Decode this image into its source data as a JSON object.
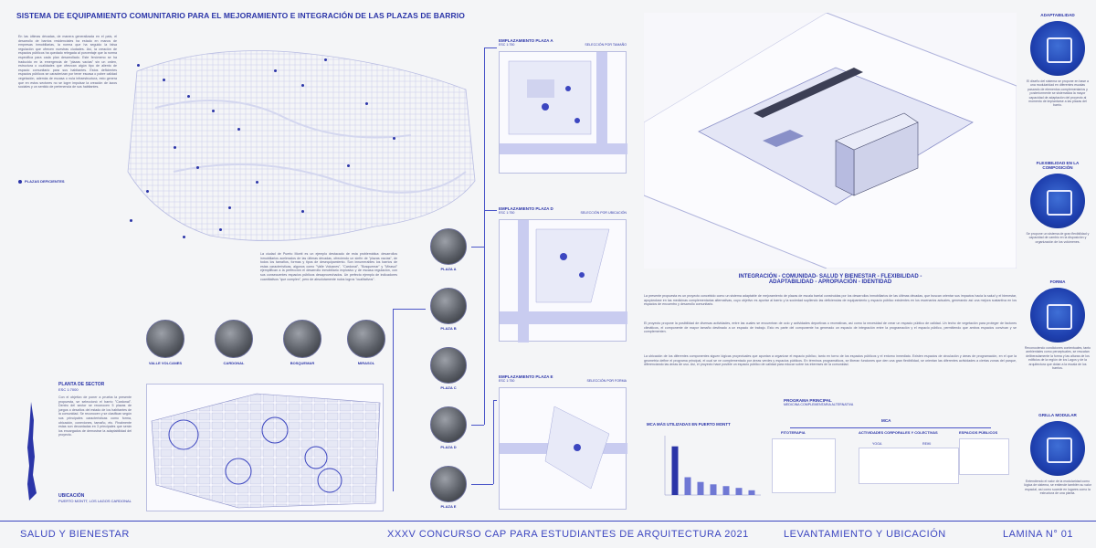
{
  "header": {
    "title": "SISTEMA DE EQUIPAMIENTO COMUNITARIO PARA EL MEJORAMIENTO E INTEGRACIÓN DE LAS PLAZAS DE BARRIO"
  },
  "intro": {
    "text": "En las últimas décadas, de manera generalizada en el país, el desarrollo de barrios residenciales ha estado en manos de empresas inmobiliarias, la norma que ha seguido la falsa regulación que ofrecen nuestras ciudades. Así, la creación de espacios públicos ha quedado relegada al porcentaje que la norma especifica para cada plan desarrollado. Este fenómeno se ha traducido en la emergencia de \"plazas vacías\" sin un orden, estructura o cualidades que ofrezcan algún tipo de aliento de espacio comunitario para sus habitantes. Estos deficientes espacios públicos se caracterizan por tener escasa o pobre calidad vegetación, además de escasa o nula infraestructura, esto genera que en estos sectores no se logre impulsar la creación de lazos sociales y un sentido de pertenencia de sus habitantes."
  },
  "legend": {
    "deficient_plazas": "PLAZAS DEFICIENTES"
  },
  "city_text": {
    "text": "La ciudad de Puerto Montt es un ejemplo destacado de esta problemática: desarrollos inmobiliarios acelerados de las últimas décadas, ofreciendo un sinfín de \"plazas vacías\", de todos los tamaños, formas y tipos de desequipamiento. Son innumerables los barrios de estas características, algunos como \"Valle Volcanes\", \"Cardonal\", \"Bosquemar\" y \"Mirasol\" ejemplifican a la perfección el desarrollo inmobiliario explosivo y de escasa regulación, con sus consecuentes espacios públicos desaprovechados. Un perfecto ejemplo de indicadores cuantitativos \"que cumplen\", pero de absolutamente nulos logros \"cualitativos\"."
  },
  "neighborhoods": [
    {
      "name": "VALLE VOLCANES"
    },
    {
      "name": "CARDONAL"
    },
    {
      "name": "BOSQUEMAR"
    },
    {
      "name": "MIRASOL"
    }
  ],
  "sector_plan": {
    "title": "PLANTA DE SECTOR",
    "scale": "ESC 1:7000",
    "text": "Con el objetivo de poner a prueba la presente propuesta, se seleccionó el barrio \"Cardonal\". Dentro del sector se reconocen 5 plazas de juegos o desafíos del estado de los habitantes de la comunidad. Se reconocen y se clasifican según sus principales características como forma, ubicación, conexiones, tamaño, etc. Finalmente estas son decantadas en 3 principales que serán los encargados de demostrar la adaptabilidad del proyecto."
  },
  "location": {
    "title": "UBICACIÓN",
    "text": "PUERTO MONTT, LOS LAGOS CARDONAL"
  },
  "plazas": [
    {
      "name": "PLAZA A"
    },
    {
      "name": "PLAZA B"
    },
    {
      "name": "PLAZA C"
    },
    {
      "name": "PLAZA D"
    },
    {
      "name": "PLAZA E"
    }
  ],
  "emplacements": [
    {
      "title": "EMPLAZAMIENTO PLAZA A",
      "scale": "ESC 1:750",
      "criteria": "SELECCIÓN POR TAMAÑO"
    },
    {
      "title": "EMPLAZAMIENTO PLAZA D",
      "scale": "ESC 1:750",
      "criteria": "SELECCIÓN POR UBICACIÓN"
    },
    {
      "title": "EMPLAZAMIENTO PLAZA E",
      "scale": "ESC 1:750",
      "criteria": "SELECCIÓN POR FORMA"
    }
  ],
  "integration": {
    "title_line1": "INTEGRACIÓN - COMUNIDAD- SALUD Y BIENESTAR - FLEXIBILIDAD -",
    "title_line2": "ADAPTABILIDAD - APROPIACIÓN - IDENTIDAD",
    "p1": "La presente propuesta es un proyecto concebido como un sistema adaptable de mejoramiento de plazas de escala barrial construidas por los desarrollos inmobiliarios de las últimas décadas, que buscan orientar sus impactos hacia la salud y el bienestar, apoyándose en las medicinas complementarias alternativas, cuyo objetivo es aportar al barrio y la sociedad supliendo las deficiencias de equipamiento y espacio público existentes en los escenarios actuales, generando así una mejora sustantiva en los espacios de encuentro y desarrollo comunitario.",
    "p2": "El proyecto propone la posibilidad de diversas actividades, entre las cuales se encuentran de ocio y actividades deportivas o recreativas, así como la necesidad de crear un espacio público de calidad. Un techo de vegetación para proteger de factores climáticos, el componente de mayor tamaño destinado a un espacio de trabajo. Esto es parte del componente ha generado un espacio de integración entre la programación y el espacio público, permitiendo que ambos espacios convivan y se complementen.",
    "p3": "La ubicación de los diferentes componentes siguen lógicas proyectuales que apuntan a organizar el espacio público, tanto en torno de los espacios públicos y el entorno inmediato. Existen espacios de circulación y áreas de programación, en el que la geometría define el programa principal, el cual se ve complementado por áreas verdes y espacios públicos. En términos programáticos, se liberan funciones que den una gran flexibilidad, se orientan las diferentes actividades a ciertas zonas del parque, diferenciando las áreas de uso. Así, el proyecto hace posible un espacio público de calidad para educar sobre los intereses de la comunidad."
  },
  "program": {
    "title": "PROGRAMA PRINCIPAL",
    "subtitle": "MEDICINA COMPLEMENTARIA ALTERNATIVA",
    "root": "MCA",
    "branches": [
      {
        "name": "FITOTERAPIA"
      },
      {
        "name": "ACTIVIDADES CORPORALES Y COLECTIVAS"
      },
      {
        "name": "ESPACIOS PÚBLICOS"
      }
    ],
    "sub_branches": [
      {
        "name": "YOGA"
      },
      {
        "name": "REIKI"
      }
    ]
  },
  "chart_data": {
    "type": "bar",
    "title": "MCA MÁS UTILIZADAS EN PUERTO MONTT",
    "categories": [
      "",
      "",
      "",
      "",
      "",
      "",
      ""
    ],
    "values": [
      82,
      30,
      22,
      18,
      15,
      12,
      8
    ],
    "ylim": [
      0,
      100
    ]
  },
  "right_column": [
    {
      "title": "ADAPTABILIDAD",
      "text": "El diseño del sistema se propone en base a una modularidad en diferentes escalas pasando de elementos complementarios y posteriormente se sistematiza la mayor capacidad de adaptación del proyecto al momento de implantarse a las plazas del barrio."
    },
    {
      "title": "FLEXIBILIDAD EN LA COMPOSICIÓN",
      "text": "Se propone un sistema de gran flexibilidad y capacidad de cambio en la disposición y organización de los volúmenes."
    },
    {
      "title": "FORMA",
      "text": "Reconociendo condiciones contextuales, tanto ambientales como perceptuales, se rescatan deliberadamente la forma y las alturas de los edificios de la región de los Lagos y de la arquitectura que dotan a la escala de los barrios."
    },
    {
      "title": "GRILLA MODULAR",
      "text": "Entendiendo el valor de la modularidad como lógica de sistema, se entiende también su valor espacial, así como sucede en lugares como la estructura de una planta."
    }
  ],
  "footer": {
    "left": "SALUD Y BIENESTAR",
    "center": "XXXV CONCURSO CAP PARA ESTUDIANTES DE ARQUITECTURA 2021",
    "right": "LEVANTAMIENTO Y UBICACIÓN",
    "sheet": "LAMINA N°  01"
  }
}
